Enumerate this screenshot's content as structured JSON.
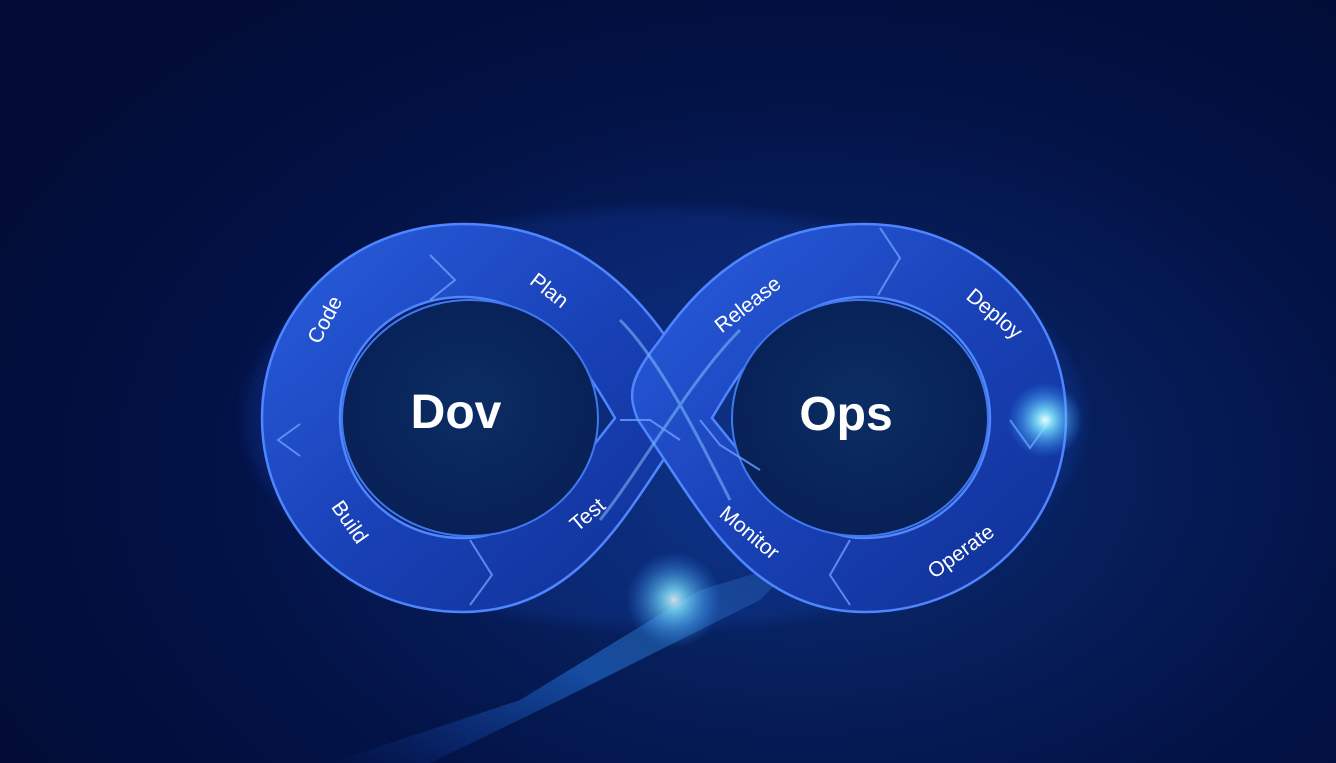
{
  "center_labels": {
    "left": "Dov",
    "right": "Ops"
  },
  "stages": [
    "Code",
    "Plan",
    "Release",
    "Deploy",
    "Operate",
    "Monitor",
    "Test",
    "Build"
  ],
  "colors": {
    "background": "#031348",
    "loop_fill": "#1c47c4",
    "loop_edge": "#4f86ff",
    "inner_dark": "#0a2a66",
    "glow": "#7fe7ff",
    "text": "#ffffff"
  }
}
